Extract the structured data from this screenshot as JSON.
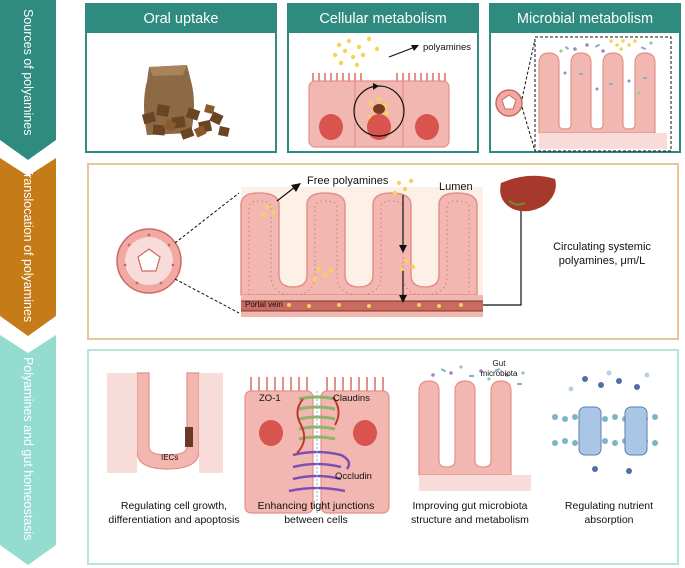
{
  "sections": [
    {
      "label": "Sources of polyamines",
      "color": "#2f8a80"
    },
    {
      "label": "Translocation of polyamines",
      "color": "#c47b18"
    },
    {
      "label": "Polyamines and gut homeostasis",
      "color": "#94dccf"
    }
  ],
  "sources": {
    "oral_uptake": "Oral uptake",
    "cellular_metabolism": "Cellular metabolism",
    "microbial_metabolism": "Microbial metabolism",
    "polyamines_label": "polyamines"
  },
  "translocation": {
    "free_polyamines": "Free polyamines",
    "lumen": "Lumen",
    "portal_vein": "Portal vein",
    "circulating": "Circulating systemic polyamines, μm/L"
  },
  "homeostasis": {
    "iecs": "IECs",
    "zo1": "ZO-1",
    "claudins": "Claudins",
    "occludin": "Occludin",
    "gut_microbiota": "Gut microbiota",
    "captions": [
      "Regulating cell growth, differentiation and apoptosis",
      "Enhancing tight junctions between cells",
      "Improving gut microbiota structure and metabolism",
      "Regulating nutrient absorption"
    ]
  },
  "colors": {
    "teal": "#2f8a80",
    "orange": "#c47b18",
    "mint": "#94dccf",
    "tissue": "#f2a9a3",
    "polyamine_dot": "#f3d45b"
  }
}
